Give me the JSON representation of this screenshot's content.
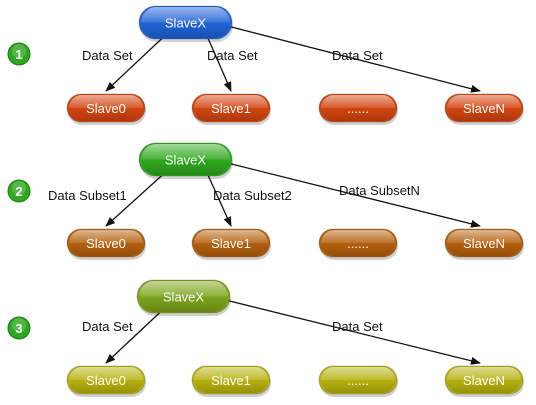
{
  "sections": [
    {
      "number": "1",
      "master": {
        "label": "SlaveX",
        "color": "#1f63d6"
      },
      "children": [
        {
          "label": "Slave0",
          "color": "#d2450f"
        },
        {
          "label": "Slave1",
          "color": "#d2450f"
        },
        {
          "label": "......",
          "color": "#d2450f"
        },
        {
          "label": "SlaveN",
          "color": "#d2450f"
        }
      ],
      "edges": [
        {
          "to": 0,
          "label": "Data Set"
        },
        {
          "to": 1,
          "label": "Data Set"
        },
        {
          "to": 3,
          "label": "Data Set"
        }
      ]
    },
    {
      "number": "2",
      "master": {
        "label": "SlaveX",
        "color": "#2ea81e"
      },
      "children": [
        {
          "label": "Slave0",
          "color": "#b45f0c"
        },
        {
          "label": "Slave1",
          "color": "#b45f0c"
        },
        {
          "label": "......",
          "color": "#b45f0c"
        },
        {
          "label": "SlaveN",
          "color": "#b45f0c"
        }
      ],
      "edges": [
        {
          "to": 0,
          "label": "Data Subset1"
        },
        {
          "to": 1,
          "label": "Data Subset2"
        },
        {
          "to": 3,
          "label": "Data SubsetN"
        }
      ]
    },
    {
      "number": "3",
      "master": {
        "label": "SlaveX",
        "color": "#7ca41b"
      },
      "children": [
        {
          "label": "Slave0",
          "color": "#b6b10e"
        },
        {
          "label": "Slave1",
          "color": "#b6b10e"
        },
        {
          "label": "......",
          "color": "#b6b10e"
        },
        {
          "label": "SlaveN",
          "color": "#b6b10e"
        }
      ],
      "edges": [
        {
          "to": 0,
          "label": "Data Set"
        },
        {
          "to": 3,
          "label": "Data Set"
        }
      ]
    }
  ],
  "badge_color": "#2ea81e"
}
